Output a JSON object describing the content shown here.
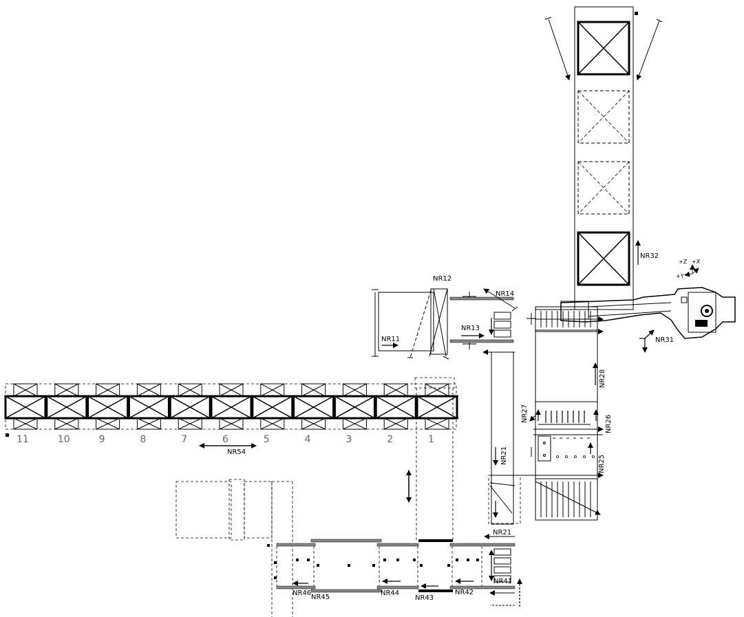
{
  "labels": {
    "nr11": "NR11",
    "nr12": "NR12",
    "nr13": "NR13",
    "nr14": "NR14",
    "nr21_a": "NR21",
    "nr21_b": "NR21",
    "nr25": "NR25",
    "nr26": "NR26",
    "nr27": "NR27",
    "nr28": "NR28",
    "nr31": "NR31",
    "nr32": "NR32",
    "nr41": "NR41",
    "nr42": "NR42",
    "nr43": "NR43",
    "nr44": "NR44",
    "nr45": "NR45",
    "nr46": "NR46",
    "nr54": "NR54"
  },
  "positions": [
    "11",
    "10",
    "9",
    "8",
    "7",
    "6",
    "5",
    "4",
    "3",
    "2",
    "1"
  ],
  "robot_axes": {
    "z": "+Z",
    "x": "+X",
    "y": "+Y"
  }
}
